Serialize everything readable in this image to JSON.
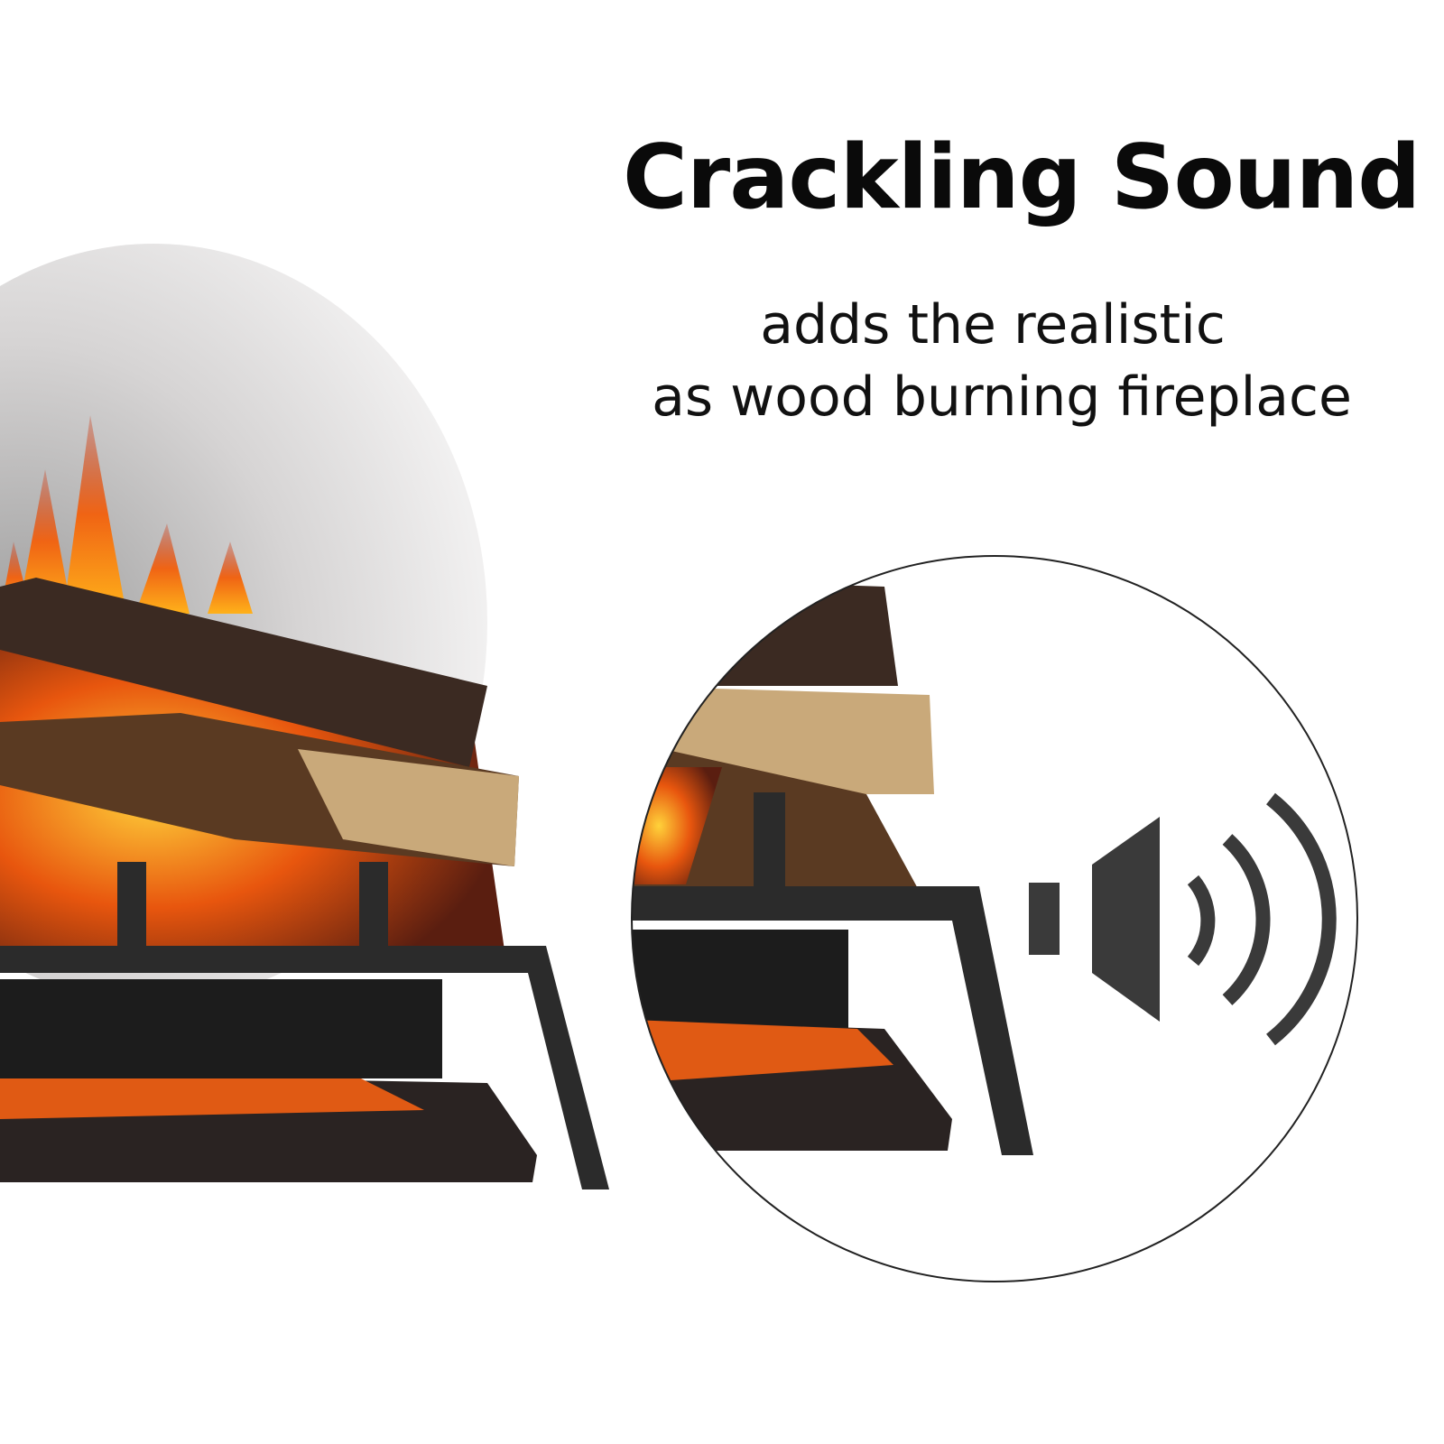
{
  "headline": "Crackling Sound",
  "subtitle": {
    "line1": "adds the realistic",
    "line2": "as wood burning fireplace"
  },
  "icons": {
    "speaker": "speaker-volume-icon"
  },
  "colors": {
    "text": "#0a0a0a",
    "speaker": "#3a3a3a",
    "ember": "#f07a10",
    "log": "#3b2a22",
    "grate": "#2b2b2b"
  }
}
